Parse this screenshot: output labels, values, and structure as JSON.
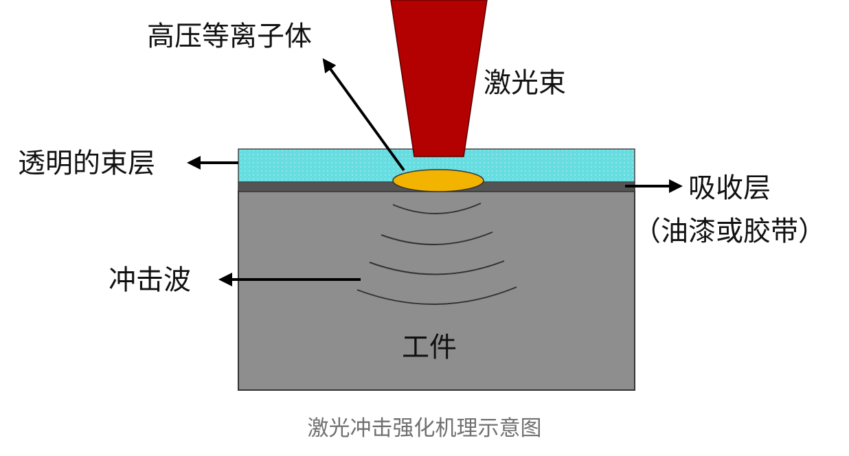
{
  "diagram": {
    "labels": {
      "plasma": "高压等离子体",
      "laser_beam": "激光束",
      "transparent_layer": "透明的束层",
      "absorb_layer": "吸收层",
      "absorb_layer_note": "（油漆或胶带）",
      "shock_wave": "冲击波",
      "workpiece": "工件"
    },
    "caption": "激光冲击强化机理示意图",
    "colors": {
      "laser_beam": "#b30000",
      "transparent_layer": "#66dde0",
      "absorb_layer": "#545454",
      "workpiece": "#8e8e8e",
      "plasma": "#f2b400",
      "arrows": "#000000",
      "caption_text": "#707070"
    }
  }
}
